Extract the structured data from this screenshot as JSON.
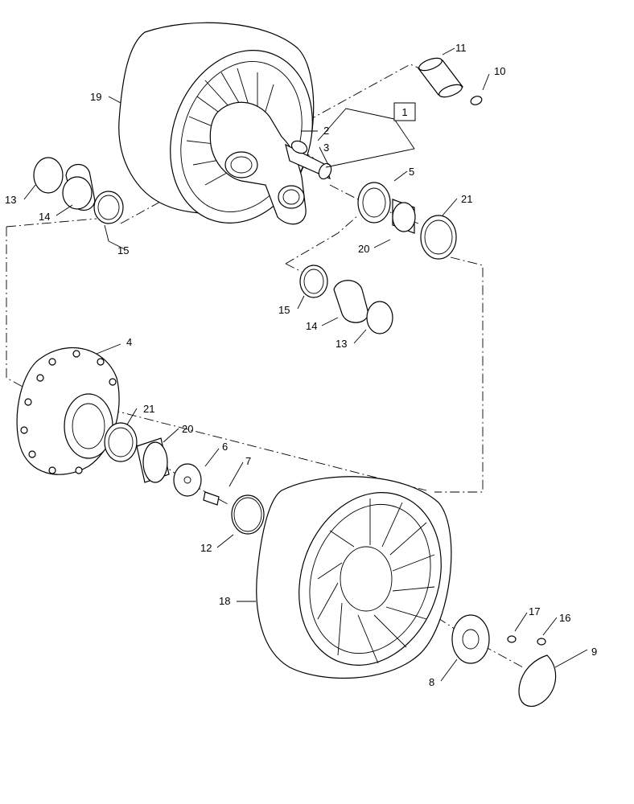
{
  "callouts": {
    "c1": "1",
    "c2": "2",
    "c3": "3",
    "c4": "4",
    "c5": "5",
    "c6": "6",
    "c7": "7",
    "c8": "8",
    "c9": "9",
    "c10": "10",
    "c11": "11",
    "c12": "12",
    "c13a": "13",
    "c13b": "13",
    "c14a": "14",
    "c14b": "14",
    "c15a": "15",
    "c15b": "15",
    "c16": "16",
    "c17": "17",
    "c18": "18",
    "c19": "19",
    "c20a": "20",
    "c20b": "20",
    "c21a": "21",
    "c21b": "21"
  }
}
